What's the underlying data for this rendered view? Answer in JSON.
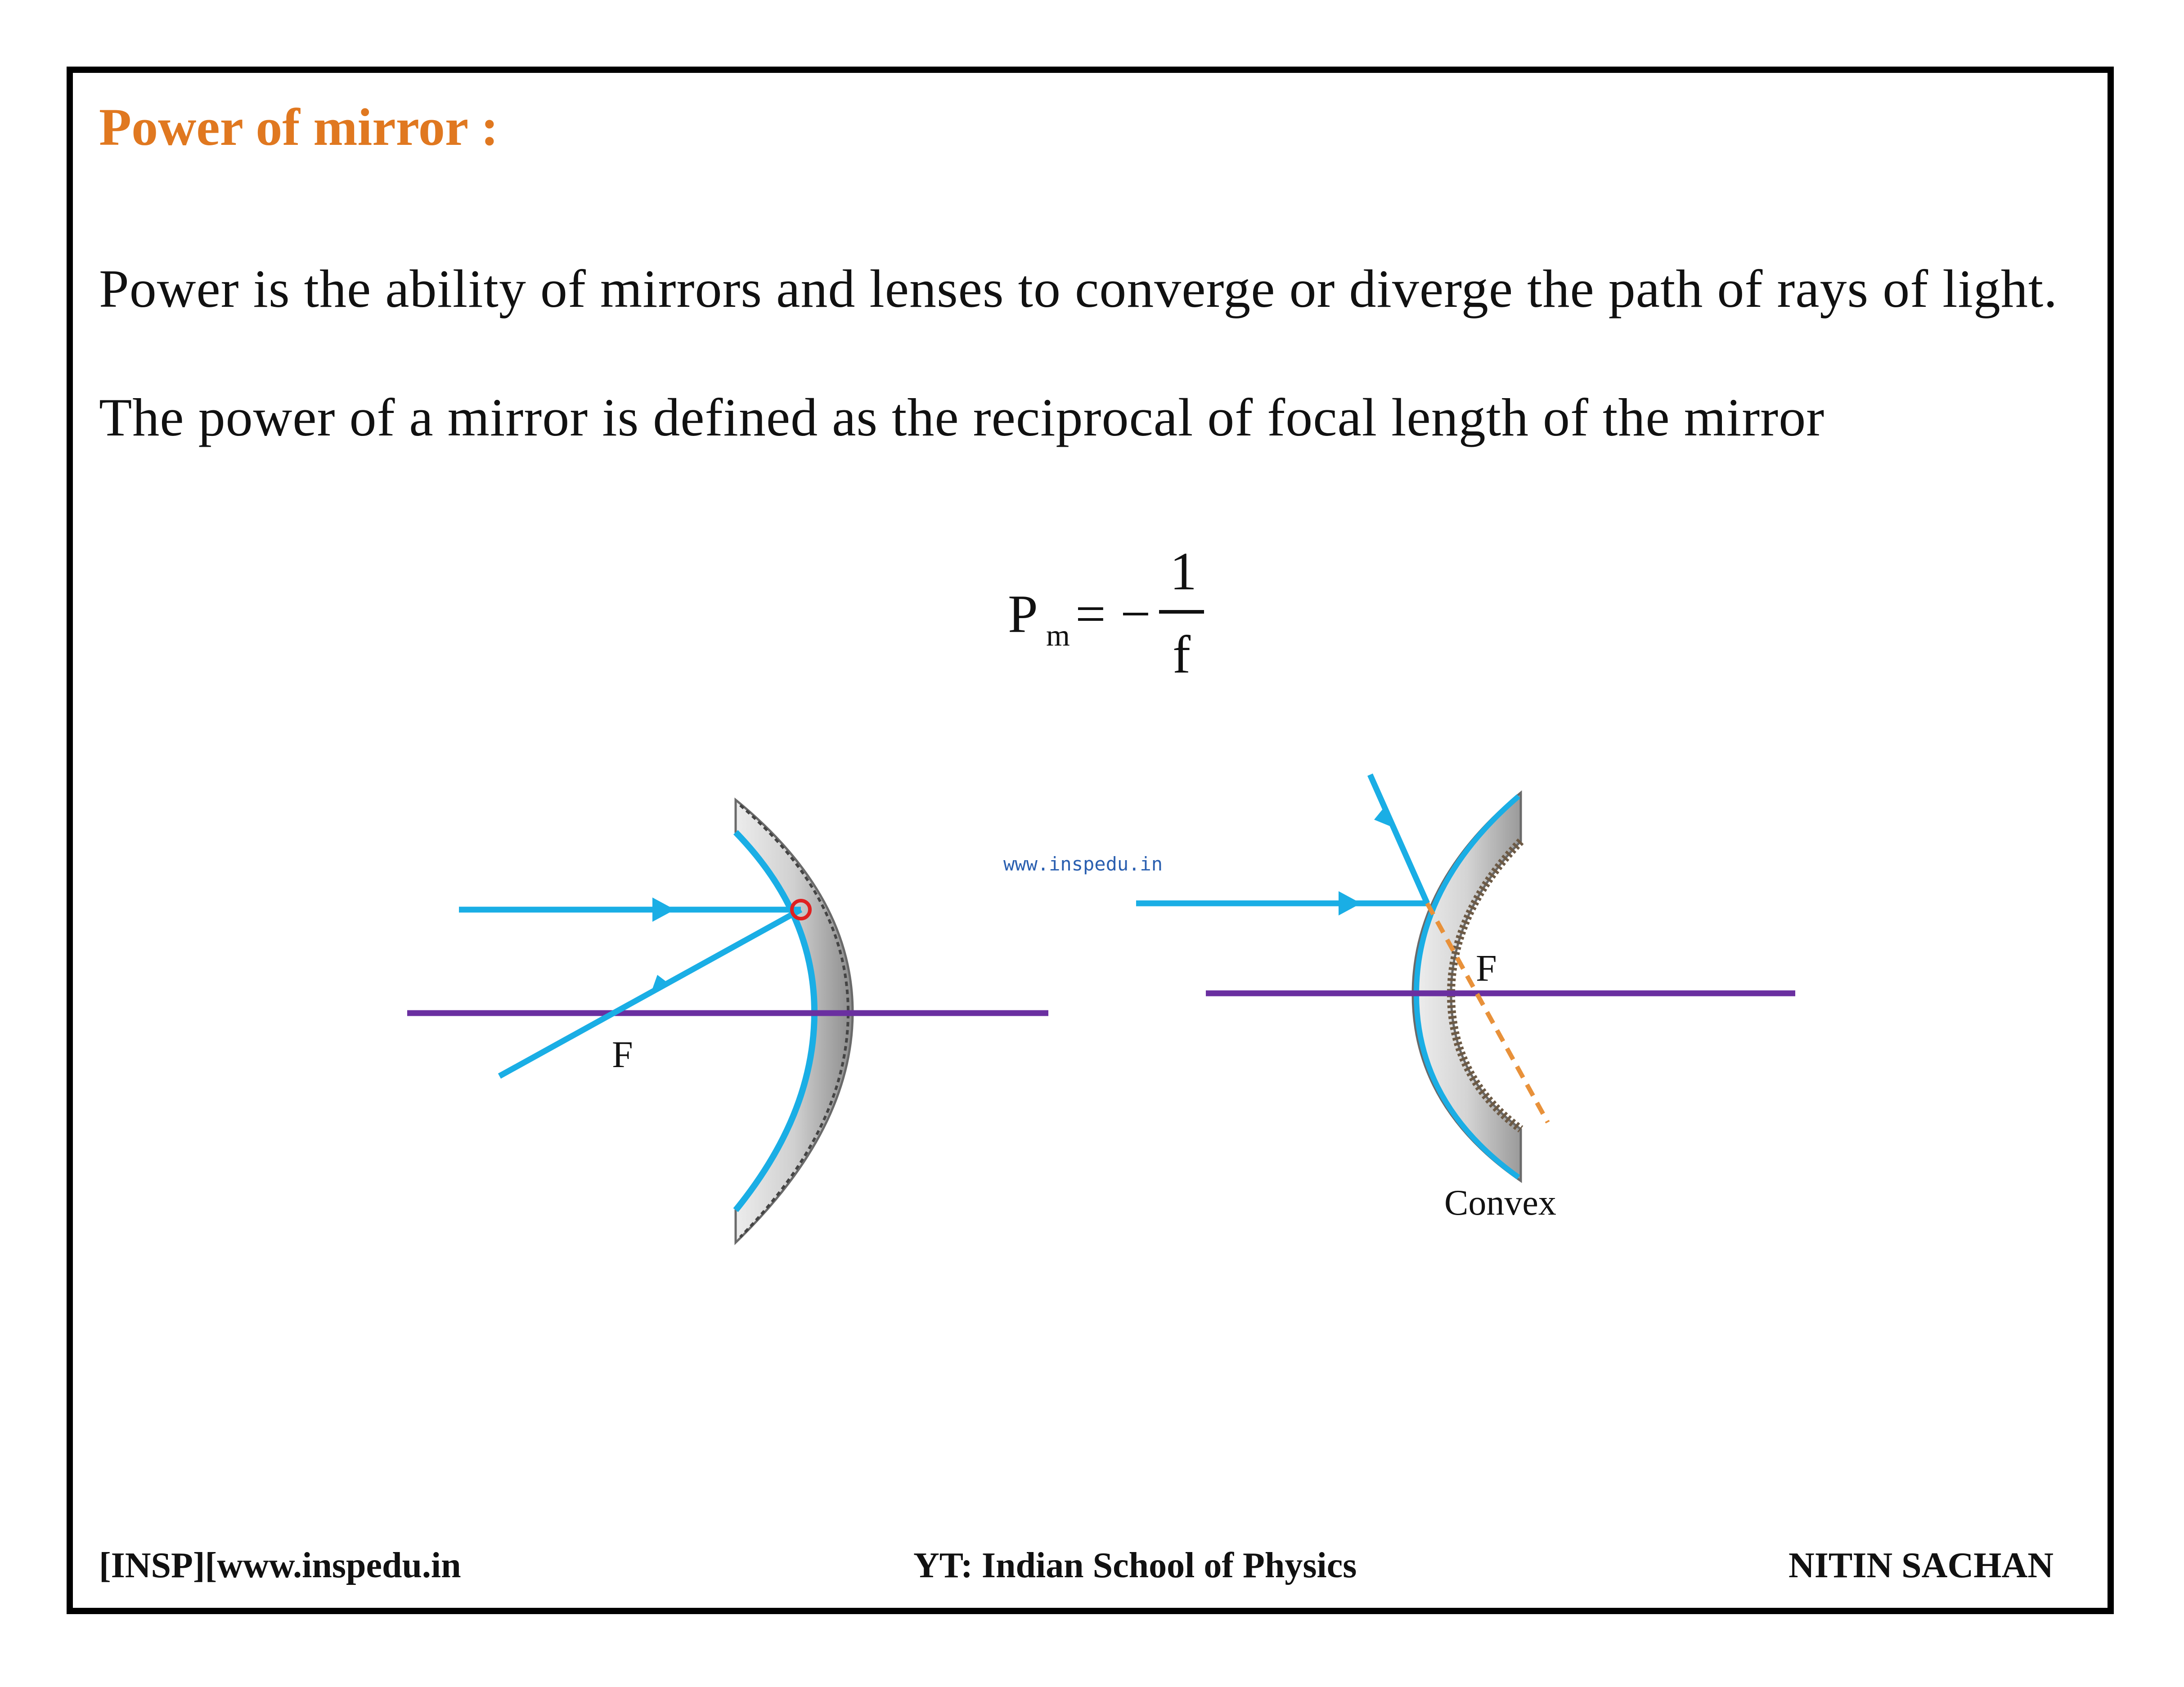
{
  "heading": "Power of mirror :",
  "paragraphs": [
    "Power is the ability of mirrors and lenses to converge or diverge the path of rays of light.",
    "The power of a mirror is defined as the reciprocal of focal length of the mirror"
  ],
  "formula": {
    "symbol": "P",
    "subscript": "m",
    "equals": "=",
    "sign": "−",
    "numerator": "1",
    "denominator": "f"
  },
  "diagram": {
    "concave_focus_label": "F",
    "convex_focus_label": "F",
    "convex_label": "Convex",
    "watermark": "www.inspedu.in"
  },
  "colors": {
    "heading": "#e07820",
    "ray": "#1aaee5",
    "axis": "#6a2fa0",
    "virtual_ray": "#e8913a",
    "marker": "#e02020"
  },
  "footer": {
    "left": "[INSP][www.inspedu.in",
    "center": "YT: Indian School of Physics",
    "right": "NITIN SACHAN"
  }
}
